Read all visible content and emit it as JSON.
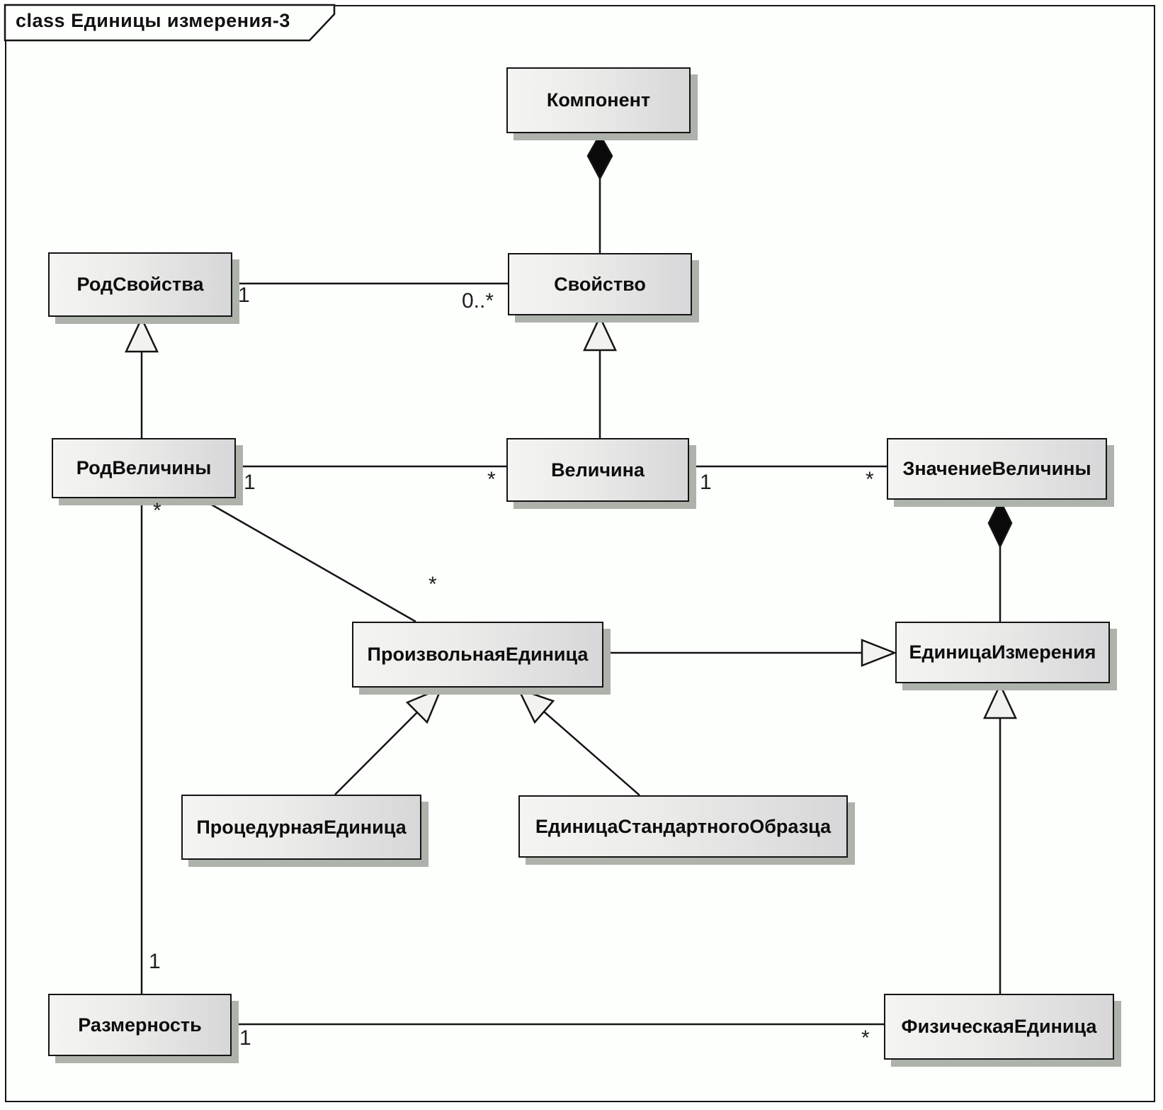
{
  "diagram": {
    "title": "class Единицы измерения-3",
    "keyword": "class",
    "name": "Единицы измерения-3"
  },
  "classes": {
    "komponent": "Компонент",
    "rod_svoystva": "РодСвойства",
    "svoystvo": "Свойство",
    "rod_velichiny": "РодВеличины",
    "velichina": "Величина",
    "znachenie_velichiny": "ЗначениеВеличины",
    "proizvolnaya_edinitsa": "ПроизвольнаяЕдиница",
    "edinitsa_izmereniya": "ЕдиницаИзмерения",
    "protsedurnaya_edinitsa": "ПроцедурнаяЕдиница",
    "edinitsa_standartnogo_obraztsa": "ЕдиницаСтандартногоОбразца",
    "razmernost": "Размерность",
    "fizicheskaya_edinitsa": "ФизическаяЕдиница"
  },
  "multiplicities": {
    "rod_svoystva_end": "1",
    "svoystvo_end": "0..*",
    "rod_velichiny_right": "1",
    "velichina_left": "*",
    "velichina_right": "1",
    "znachenie_velichiny_left": "*",
    "rod_velichiny_bottom": "*",
    "proizvolnaya_edinitsa_end": "*",
    "razmernost_top": "1",
    "razmernost_right": "1",
    "fizicheskaya_edinitsa_left": "*"
  },
  "relationships": [
    {
      "type": "composition",
      "whole": "Компонент",
      "part": "Свойство"
    },
    {
      "type": "association",
      "from": "РодСвойства",
      "to": "Свойство",
      "from_multiplicity": "1",
      "to_multiplicity": "0..*"
    },
    {
      "type": "generalization",
      "child": "Величина",
      "parent": "Свойство"
    },
    {
      "type": "generalization",
      "child": "РодВеличины",
      "parent": "РодСвойства"
    },
    {
      "type": "association",
      "from": "РодВеличины",
      "to": "Величина",
      "from_multiplicity": "1",
      "to_multiplicity": "*"
    },
    {
      "type": "association",
      "from": "Величина",
      "to": "ЗначениеВеличины",
      "from_multiplicity": "1",
      "to_multiplicity": "*"
    },
    {
      "type": "composition",
      "whole": "ЗначениеВеличины",
      "part": "ЕдиницаИзмерения"
    },
    {
      "type": "association",
      "from": "РодВеличины",
      "to": "ПроизвольнаяЕдиница",
      "to_multiplicity": "*"
    },
    {
      "type": "association",
      "from": "Размерность",
      "to": "РодВеличины",
      "from_multiplicity": "1",
      "to_multiplicity": "*"
    },
    {
      "type": "generalization",
      "child": "ПроизвольнаяЕдиница",
      "parent": "ЕдиницаИзмерения"
    },
    {
      "type": "generalization",
      "child": "ПроцедурнаяЕдиница",
      "parent": "ПроизвольнаяЕдиница"
    },
    {
      "type": "generalization",
      "child": "ЕдиницаСтандартногоОбразца",
      "parent": "ПроизвольнаяЕдиница"
    },
    {
      "type": "generalization",
      "child": "ФизическаяЕдиница",
      "parent": "ЕдиницаИзмерения"
    },
    {
      "type": "association",
      "from": "Размерность",
      "to": "ФизическаяЕдиница",
      "from_multiplicity": "1",
      "to_multiplicity": "*"
    }
  ],
  "colors": {
    "background": "#fdfffd",
    "box_fill_light": "#f4f4f2",
    "box_fill_dark": "#d7d7d9",
    "box_border": "#141414",
    "shadow": "#adb2aa",
    "line": "#141414"
  }
}
